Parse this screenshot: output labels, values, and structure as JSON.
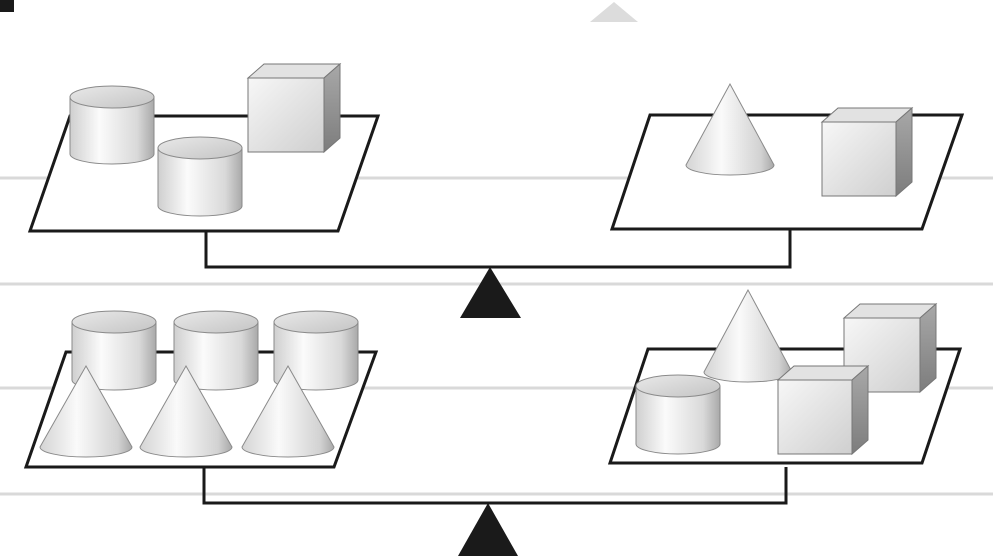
{
  "colors": {
    "background": "#ffffff",
    "rule_lines": "#d9d9d9",
    "outline": "#1a1a1a",
    "fulcrum": "#1a1a1a",
    "shape_light": "#fbfbfb",
    "shape_mid": "#d6d6d6",
    "shape_dark": "#9e9e9e"
  },
  "shape_types": [
    "cylinder",
    "cube",
    "cone"
  ],
  "balances": [
    {
      "left_pan": [
        "cylinder",
        "cylinder",
        "cube"
      ],
      "right_pan": [
        "cone",
        "cube"
      ]
    },
    {
      "left_pan": [
        "cylinder",
        "cylinder",
        "cylinder",
        "cone",
        "cone",
        "cone"
      ],
      "right_pan": [
        "cylinder",
        "cone",
        "cube",
        "cube"
      ]
    }
  ]
}
